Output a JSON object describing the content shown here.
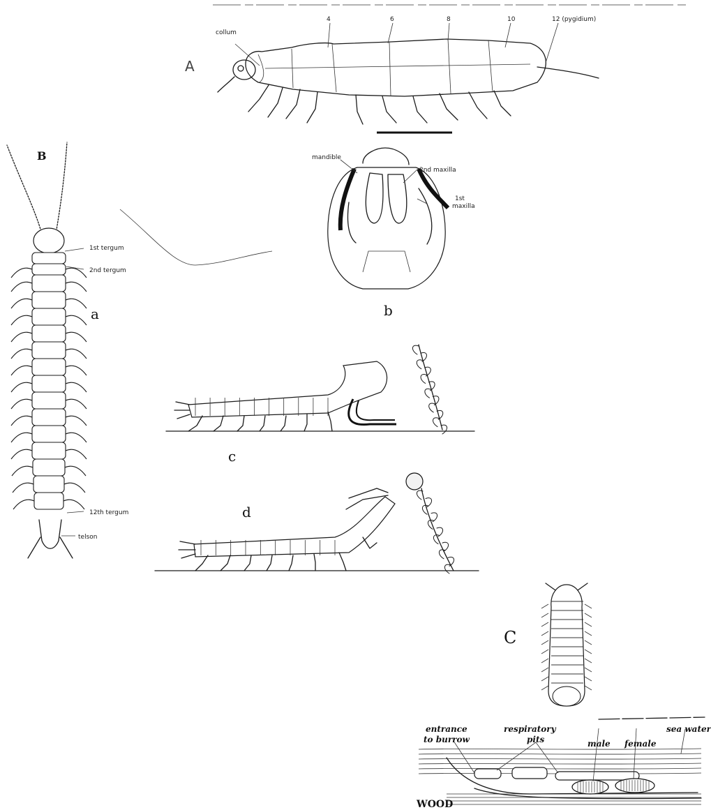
{
  "panels": {
    "A": {
      "letter": "A",
      "labels": [
        "collum",
        "4",
        "6",
        "8",
        "10",
        "12 (pygidium)"
      ]
    },
    "B": {
      "letter": "B",
      "sub_a": {
        "letter": "a",
        "labels": [
          "1st tergum",
          "2nd tergum",
          "12th tergum",
          "telson"
        ]
      },
      "sub_b": {
        "letter": "b",
        "labels": [
          "mandible",
          "2nd maxilla",
          "1st",
          "maxilla"
        ]
      },
      "sub_c": {
        "letter": "c"
      },
      "sub_d": {
        "letter": "d"
      }
    },
    "C": {
      "letter": "C",
      "labels": {
        "entrance_1": "entrance",
        "entrance_2": "to burrow",
        "respiratory_1": "respiratory",
        "respiratory_2": "pits",
        "male": "male",
        "female": "female",
        "sea_water": "sea water",
        "wood": "WOOD"
      }
    }
  }
}
